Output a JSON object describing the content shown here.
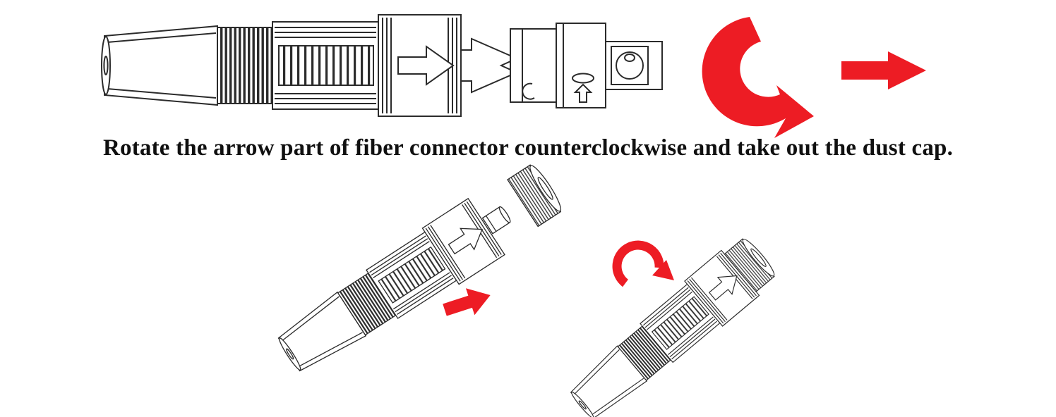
{
  "caption": {
    "text": "Rotate the arrow part of fiber connector counterclockwise and take out the dust cap."
  },
  "colors": {
    "arrow_red": "#ed1c24",
    "line": "#2b2b2b",
    "background": "#ffffff"
  },
  "icons": {
    "rotate_ccw": "counterclockwise-rotate-arrow-icon",
    "move_right": "right-block-arrow-icon",
    "push_in": "push-right-block-arrow-icon",
    "rotate_small": "rotate-arrow-icon"
  },
  "figures": {
    "top": "fiber-connector-exploded-with-dust-cap",
    "bottom_left": "fiber-connector-parts-push-together",
    "bottom_right": "fiber-connector-assembled-rotate"
  }
}
